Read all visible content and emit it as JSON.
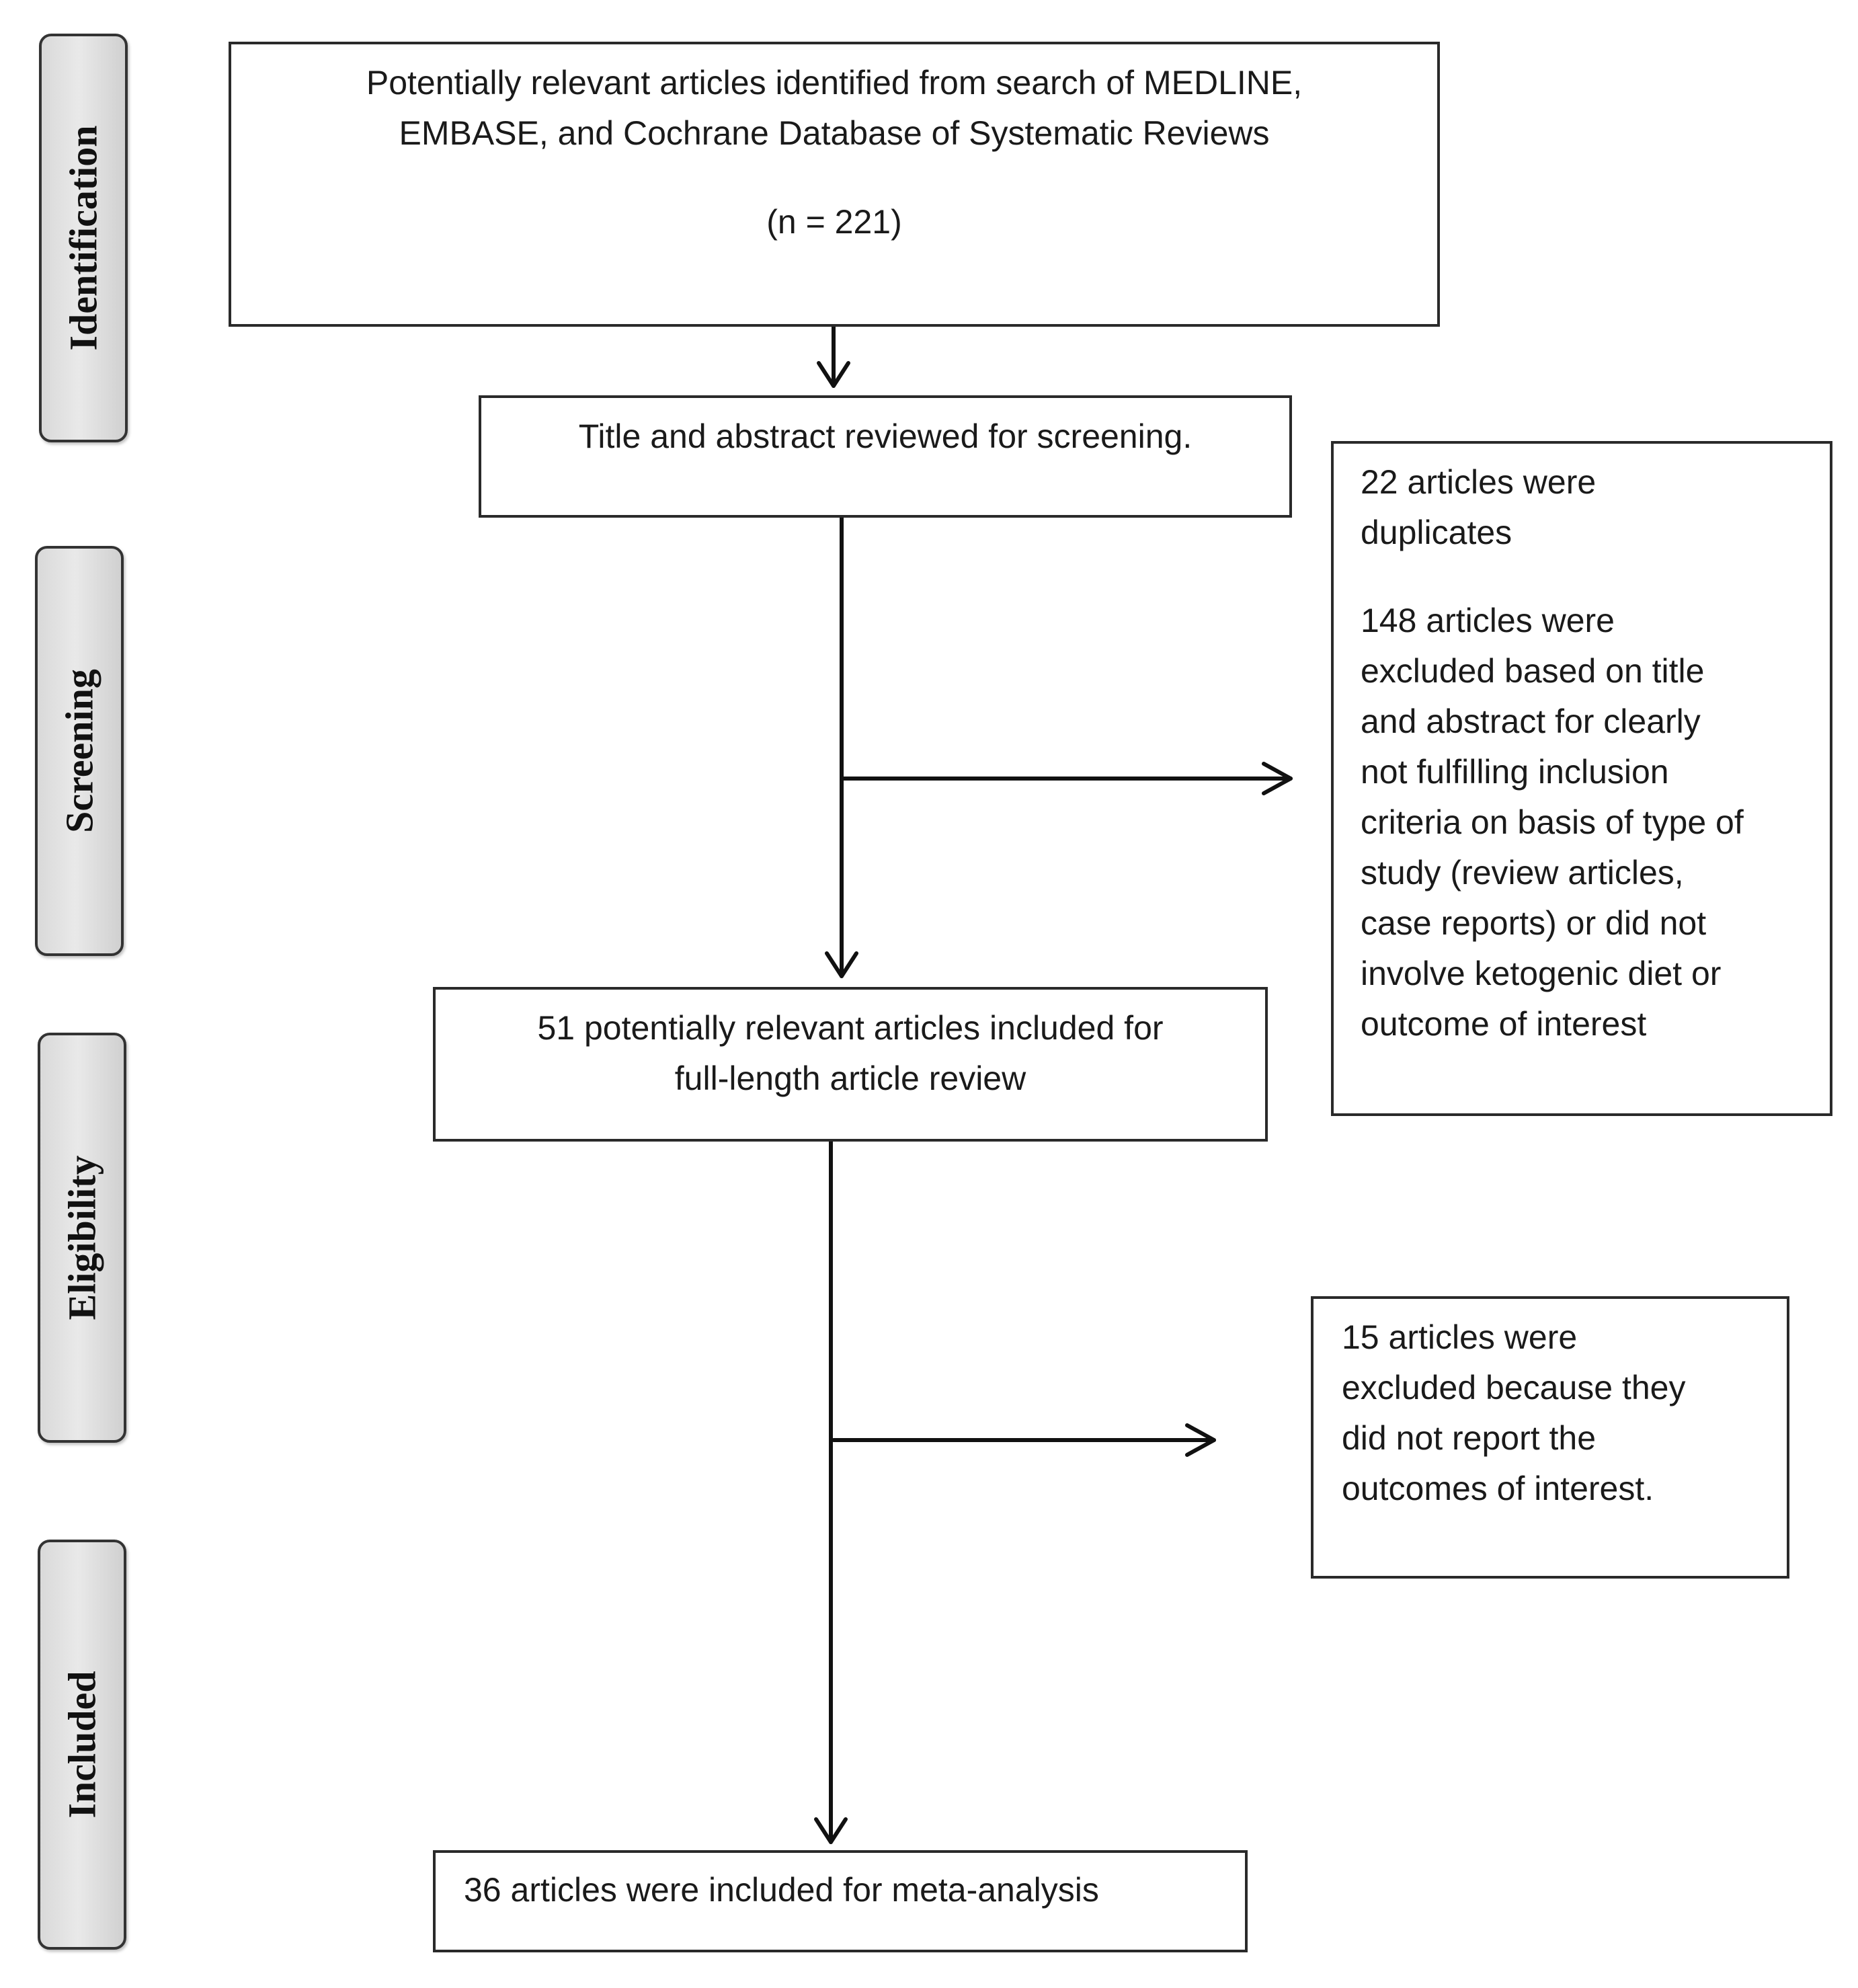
{
  "stages": {
    "identification": "Identification",
    "screening": "Screening",
    "eligibility": "Eligibility",
    "included": "Included"
  },
  "boxes": {
    "identified": {
      "lines": [
        "Potentially relevant articles identified from search of MEDLINE,",
        "EMBASE, and Cochrane Database of Systematic Reviews"
      ],
      "count": "(n = 221)"
    },
    "screening": {
      "lines": [
        "Title and abstract reviewed for screening."
      ]
    },
    "excluded_screening": {
      "para1": [
        "22 articles were",
        "duplicates"
      ],
      "para2": [
        "148 articles were",
        "excluded based on title",
        "and abstract for clearly",
        "not fulfilling inclusion",
        "criteria on basis of type of",
        "study (review articles,",
        "case reports) or did not",
        "involve ketogenic diet or",
        "outcome of interest"
      ]
    },
    "full_text": {
      "lines": [
        "51 potentially relevant articles included for",
        "full-length article review"
      ]
    },
    "excluded_eligibility": {
      "lines": [
        "15 articles were",
        "excluded because they",
        "did not report the",
        "outcomes of interest."
      ]
    },
    "included": {
      "lines": [
        "36 articles were included for meta-analysis"
      ]
    }
  }
}
